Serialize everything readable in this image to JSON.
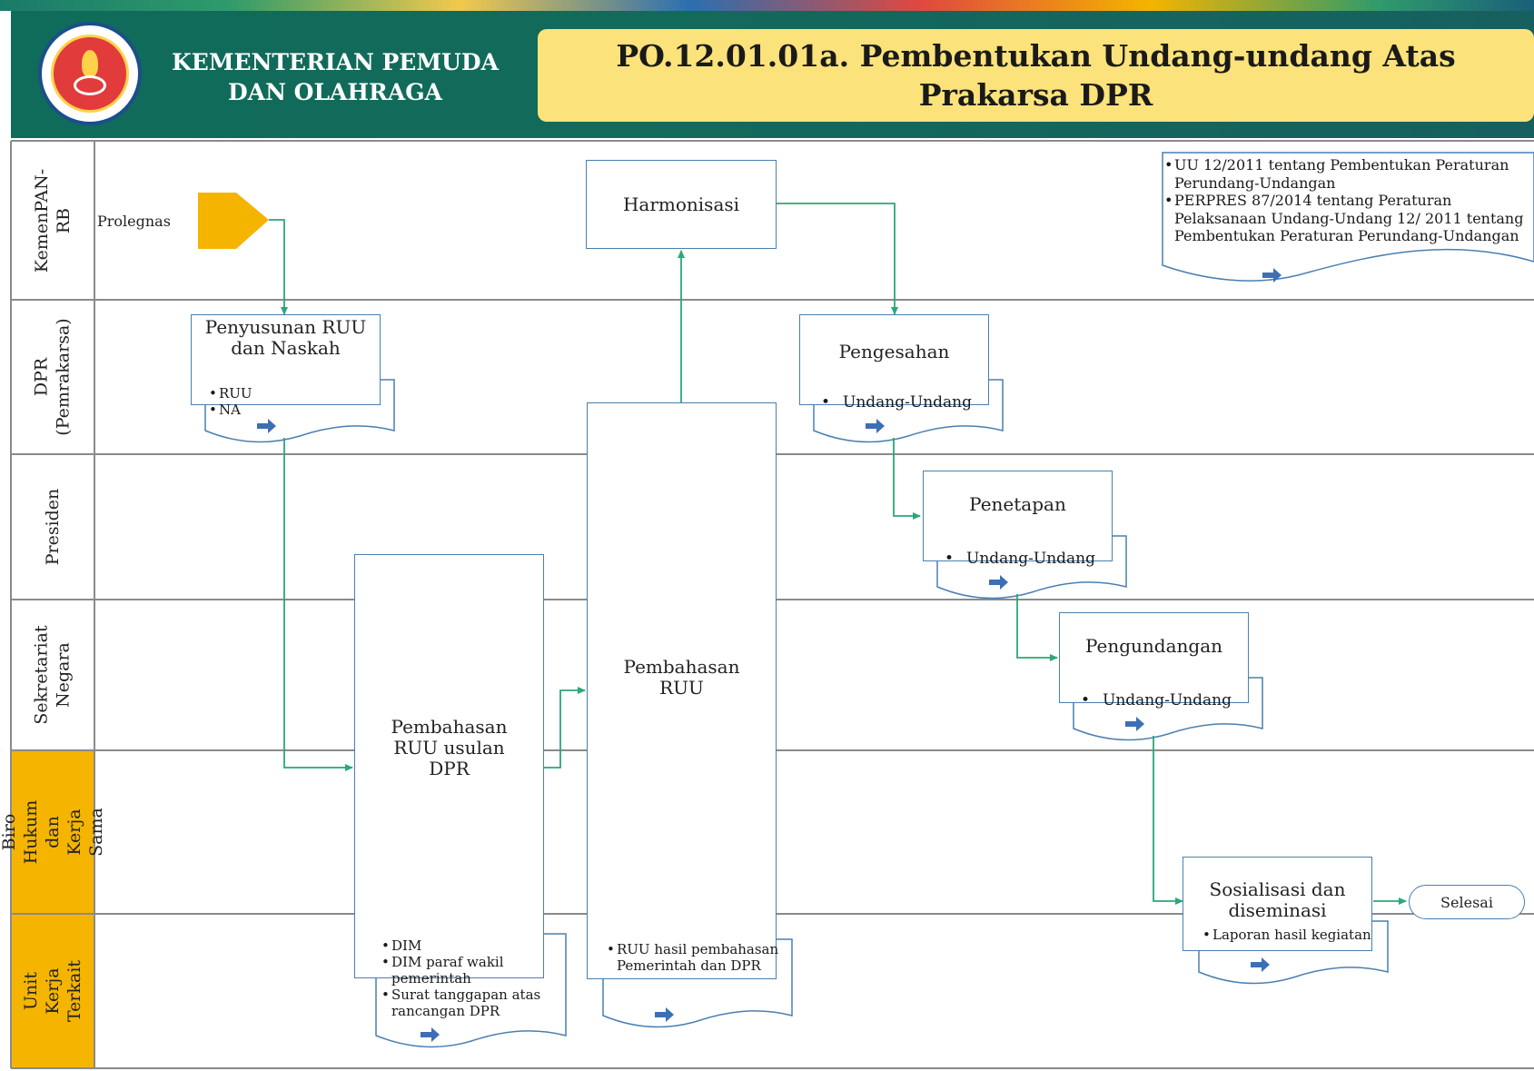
{
  "header": {
    "org_line1": "KEMENTERIAN PEMUDA",
    "org_line2": "DAN OLAHRAGA",
    "title_line1": "PO.12.01.01a. Pembentukan Undang-undang Atas",
    "title_line2": "Prakarsa DPR"
  },
  "lanes": [
    {
      "label": "KemenPAN-RB",
      "highlight": false
    },
    {
      "label": "DPR\n(Pemrakarsa)",
      "highlight": false
    },
    {
      "label": "Presiden",
      "highlight": false
    },
    {
      "label": "Sekretariat\nNegara",
      "highlight": false
    },
    {
      "label": "Biro Hukum dan\nKerja Sama",
      "highlight": true
    },
    {
      "label": "Unit Kerja\nTerkait",
      "highlight": true
    }
  ],
  "start": {
    "label": "Prolegnas"
  },
  "processes": {
    "harmonisasi": "Harmonisasi",
    "penyusunan": "Penyusunan RUU dan Naskah",
    "pengesahan": "Pengesahan",
    "penetapan": "Penetapan",
    "pengundangan": "Pengundangan",
    "pembahasan_usulan": "Pembahasan RUU usulan DPR",
    "pembahasan_ruu": "Pembahasan RUU",
    "sosialisasi": "Sosialisasi dan diseminasi"
  },
  "documents": {
    "legal_basis": [
      "UU 12/2011 tentang Pembentukan Peraturan Perundang-Undangan",
      "PERPRES 87/2014 tentang Peraturan Pelaksanaan Undang-Undang 12/ 2011 tentang Pembentukan Peraturan Perundang-Undangan"
    ],
    "penyusunan_out": [
      "RUU",
      "NA"
    ],
    "pengesahan_out": [
      "Undang-Undang"
    ],
    "penetapan_out": [
      "Undang-Undang"
    ],
    "pengundangan_out": [
      "Undang-Undang"
    ],
    "usulan_out": [
      "DIM",
      "DIM paraf wakil pemerintah",
      "Surat tanggapan atas rancangan DPR"
    ],
    "pembahasan_out": [
      "RUU hasil pembahasan Pemerintah dan DPR"
    ],
    "sosialisasi_out": [
      "Laporan hasil kegiatan"
    ]
  },
  "end": {
    "label": "Selesai"
  },
  "colors": {
    "header_bg": "#0f6b5a",
    "title_bg": "#fbe27a",
    "lane_highlight": "#f5b400",
    "start_shape": "#f5b400",
    "connector": "#2aa876",
    "box_border": "#4a7fb0"
  }
}
